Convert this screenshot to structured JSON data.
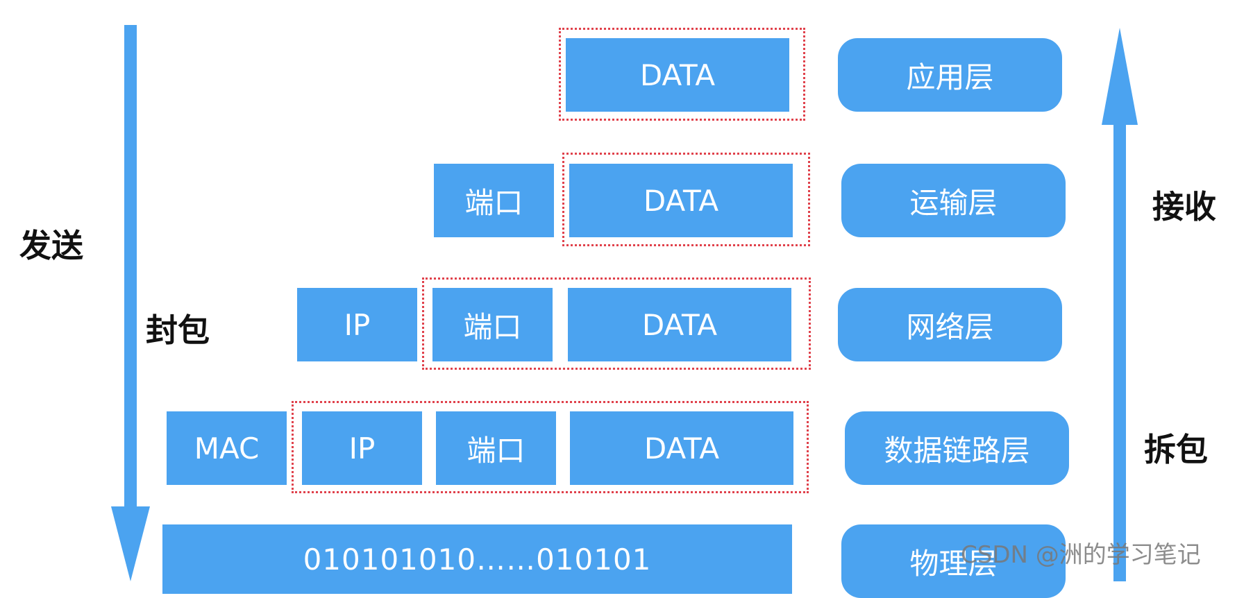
{
  "labels": {
    "send": "发送",
    "encapsulate": "封包",
    "receive": "接收",
    "decapsulate": "拆包"
  },
  "layers": {
    "application": "应用层",
    "transport": "运输层",
    "network": "网络层",
    "datalink": "数据链路层",
    "physical": "物理层"
  },
  "fields": {
    "data": "DATA",
    "port": "端口",
    "ip": "IP",
    "mac": "MAC",
    "bits": "010101010……010101"
  },
  "watermark": "CSDN @洲的学习笔记",
  "colors": {
    "block": "#4ba3f0",
    "arrow": "#4ba3f0",
    "dotted_border": "#e0414b"
  }
}
